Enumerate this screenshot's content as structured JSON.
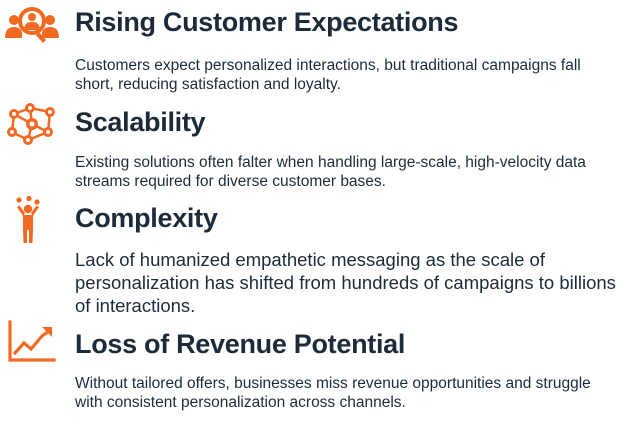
{
  "colors": {
    "accent": "#f26a21",
    "heading": "#1c2b3a",
    "text": "#1c2b3a",
    "background": "#ffffff"
  },
  "sections": [
    {
      "icon": "customer-search-icon",
      "title": "Rising Customer Expectations",
      "body": "Customers expect personalized interactions, but traditional campaigns fall short, reducing satisfaction and loyalty."
    },
    {
      "icon": "network-scale-icon",
      "title": "Scalability",
      "body": "Existing solutions often falter when handling large-scale, high-velocity data streams required for diverse customer bases."
    },
    {
      "icon": "juggler-icon",
      "title": "Complexity",
      "body": "Lack of humanized empathetic messaging as the scale of personalization has shifted from hundreds of campaigns to billions of interactions."
    },
    {
      "icon": "trend-chart-icon",
      "title": "Loss of Revenue Potential",
      "body": "Without tailored offers, businesses miss revenue opportunities and struggle with consistent personalization across channels."
    }
  ]
}
